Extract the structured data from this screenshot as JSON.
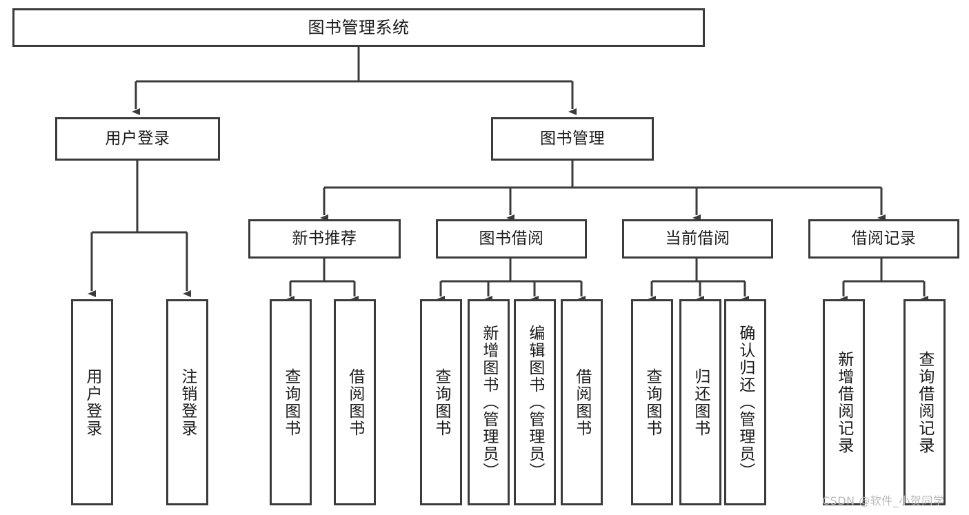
{
  "diagram": {
    "title": "图书管理系统",
    "type": "tree",
    "watermark": "CSDN @软件_小贺同学",
    "colors": {
      "stroke": "#3b3b3b",
      "fill": "#ffffff",
      "text": "#1a1a1a",
      "watermark": "#b9b9b9"
    },
    "levels": {
      "root": {
        "label": "图书管理系统"
      },
      "level2": [
        {
          "label": "用户登录"
        },
        {
          "label": "图书管理"
        }
      ],
      "level3": [
        {
          "label": "新书推荐"
        },
        {
          "label": "图书借阅"
        },
        {
          "label": "当前借阅"
        },
        {
          "label": "借阅记录"
        }
      ],
      "leaves_user_login": [
        {
          "label": "用户登录"
        },
        {
          "label": "注销登录"
        }
      ],
      "leaves_new_book": [
        {
          "label": "查询图书"
        },
        {
          "label": "借阅图书"
        }
      ],
      "leaves_borrow": [
        {
          "label": "查询图书"
        },
        {
          "label": "新增图书（管理员）"
        },
        {
          "label": "编辑图书（管理员）"
        },
        {
          "label": "借阅图书"
        }
      ],
      "leaves_current": [
        {
          "label": "查询图书"
        },
        {
          "label": "归还图书"
        },
        {
          "label": "确认归还（管理员）"
        }
      ],
      "leaves_records": [
        {
          "label": "新增借阅记录"
        },
        {
          "label": "查询借阅记录"
        }
      ]
    }
  }
}
